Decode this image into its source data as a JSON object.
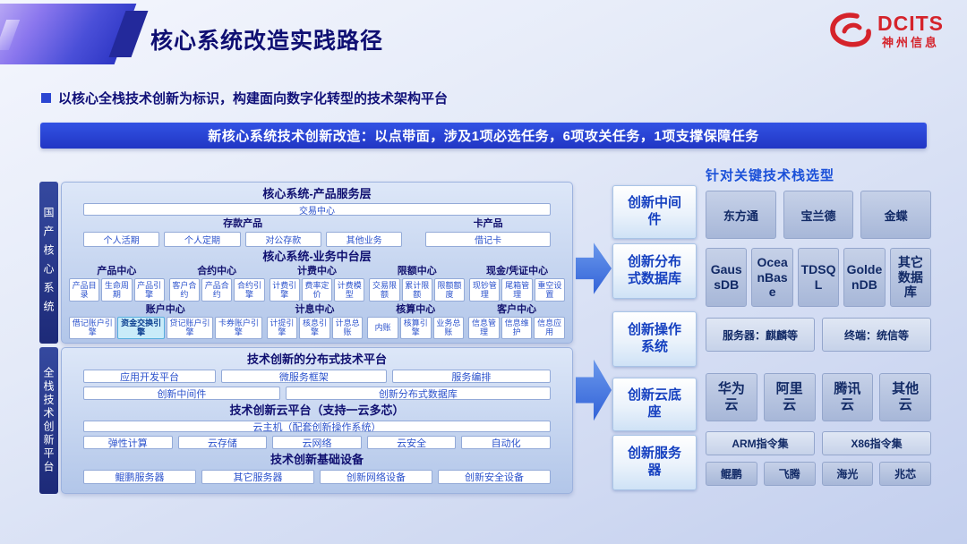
{
  "header": {
    "title": "核心系统改造实践路径",
    "logo_brand": "DCITS",
    "logo_sub": "神州信息"
  },
  "intro": {
    "bullet": "以核心全栈技术创新为标识，构建面向数字化转型的技术架构平台",
    "banner": "新核心系统技术创新改造：以点带面，涉及1项必选任务，6项攻关任务，1项支撑保障任务"
  },
  "side_labels": {
    "top": "国产核心系统",
    "bottom": "全栈技术创新平台"
  },
  "product_layer": {
    "title": "核心系统-产品服务层",
    "trade_center": "交易中心",
    "groups": [
      {
        "label": "存款产品",
        "items": [
          "个人活期",
          "个人定期",
          "对公存款",
          "其他业务"
        ]
      },
      {
        "label": "卡产品",
        "items": [
          "借记卡"
        ]
      }
    ]
  },
  "business_layer": {
    "title": "核心系统-业务中台层",
    "row1": [
      {
        "name": "产品中心",
        "items": [
          "产品目录",
          "生命周期",
          "产品引擎"
        ]
      },
      {
        "name": "合约中心",
        "items": [
          "客户合约",
          "产品合约",
          "合约引擎"
        ]
      },
      {
        "name": "计费中心",
        "items": [
          "计费引擎",
          "费率定价",
          "计费模型"
        ]
      },
      {
        "name": "限额中心",
        "items": [
          "交易限额",
          "累计限额",
          "限额额度"
        ]
      },
      {
        "name": "现金/凭证中心",
        "items": [
          "现钞管理",
          "尾箱管理",
          "重空设置"
        ]
      }
    ],
    "row2": [
      {
        "name": "账户中心",
        "items": [
          "借记账户引擎",
          "资金交换引擎",
          "贷记账户引擎",
          "卡券账户引擎"
        ],
        "highlight_item": "资金交换引擎"
      },
      {
        "name": "计息中心",
        "items": [
          "计提引擎",
          "核息引擎",
          "计息总账"
        ]
      },
      {
        "name": "核算中心",
        "items": [
          "内账",
          "核算引擎",
          "业务总账"
        ]
      },
      {
        "name": "客户中心",
        "items": [
          "信息管理",
          "信息维护",
          "信息应用"
        ]
      }
    ]
  },
  "distributed_platform": {
    "title": "技术创新的分布式技术平台",
    "row1": [
      "应用开发平台",
      "微服务框架",
      "服务编排"
    ],
    "row2": [
      "创新中间件",
      "创新分布式数据库"
    ]
  },
  "cloud_platform": {
    "title": "技术创新云平台（支持一云多芯）",
    "host": "云主机（配套创新操作系统）",
    "items": [
      "弹性计算",
      "云存储",
      "云网络",
      "云安全",
      "自动化"
    ]
  },
  "infrastructure": {
    "title": "技术创新基础设备",
    "items": [
      "鲲鹏服务器",
      "其它服务器",
      "创新网络设备",
      "创新安全设备"
    ]
  },
  "innovation_column": {
    "items": [
      "创新中间件",
      "创新分布式数据库",
      "创新操作系统",
      "创新云底座",
      "创新服务器"
    ]
  },
  "selection_panel": {
    "title": "针对关键技术栈选型",
    "middleware_row": [
      "东方通",
      "宝兰德",
      "金蝶"
    ],
    "database_row": [
      "GaussDB",
      "OceanBase",
      "TDSQL",
      "GoldenDB",
      "其它数据库"
    ],
    "os_row": [
      "服务器：麒麟等",
      "终端：统信等"
    ],
    "cloud_row": [
      "华为云",
      "阿里云",
      "腾讯云",
      "其他云"
    ],
    "instruction_row": [
      "ARM指令集",
      "X86指令集"
    ],
    "chip_row": [
      "鲲鹏",
      "飞腾",
      "海光",
      "兆芯"
    ]
  },
  "colors": {
    "accent_blue": "#2b52cc",
    "banner_blue": "#2136c4",
    "brand_red": "#d5232b",
    "deep_navy": "#0f0f72",
    "highlight_cyan": "#c9ecf9"
  }
}
